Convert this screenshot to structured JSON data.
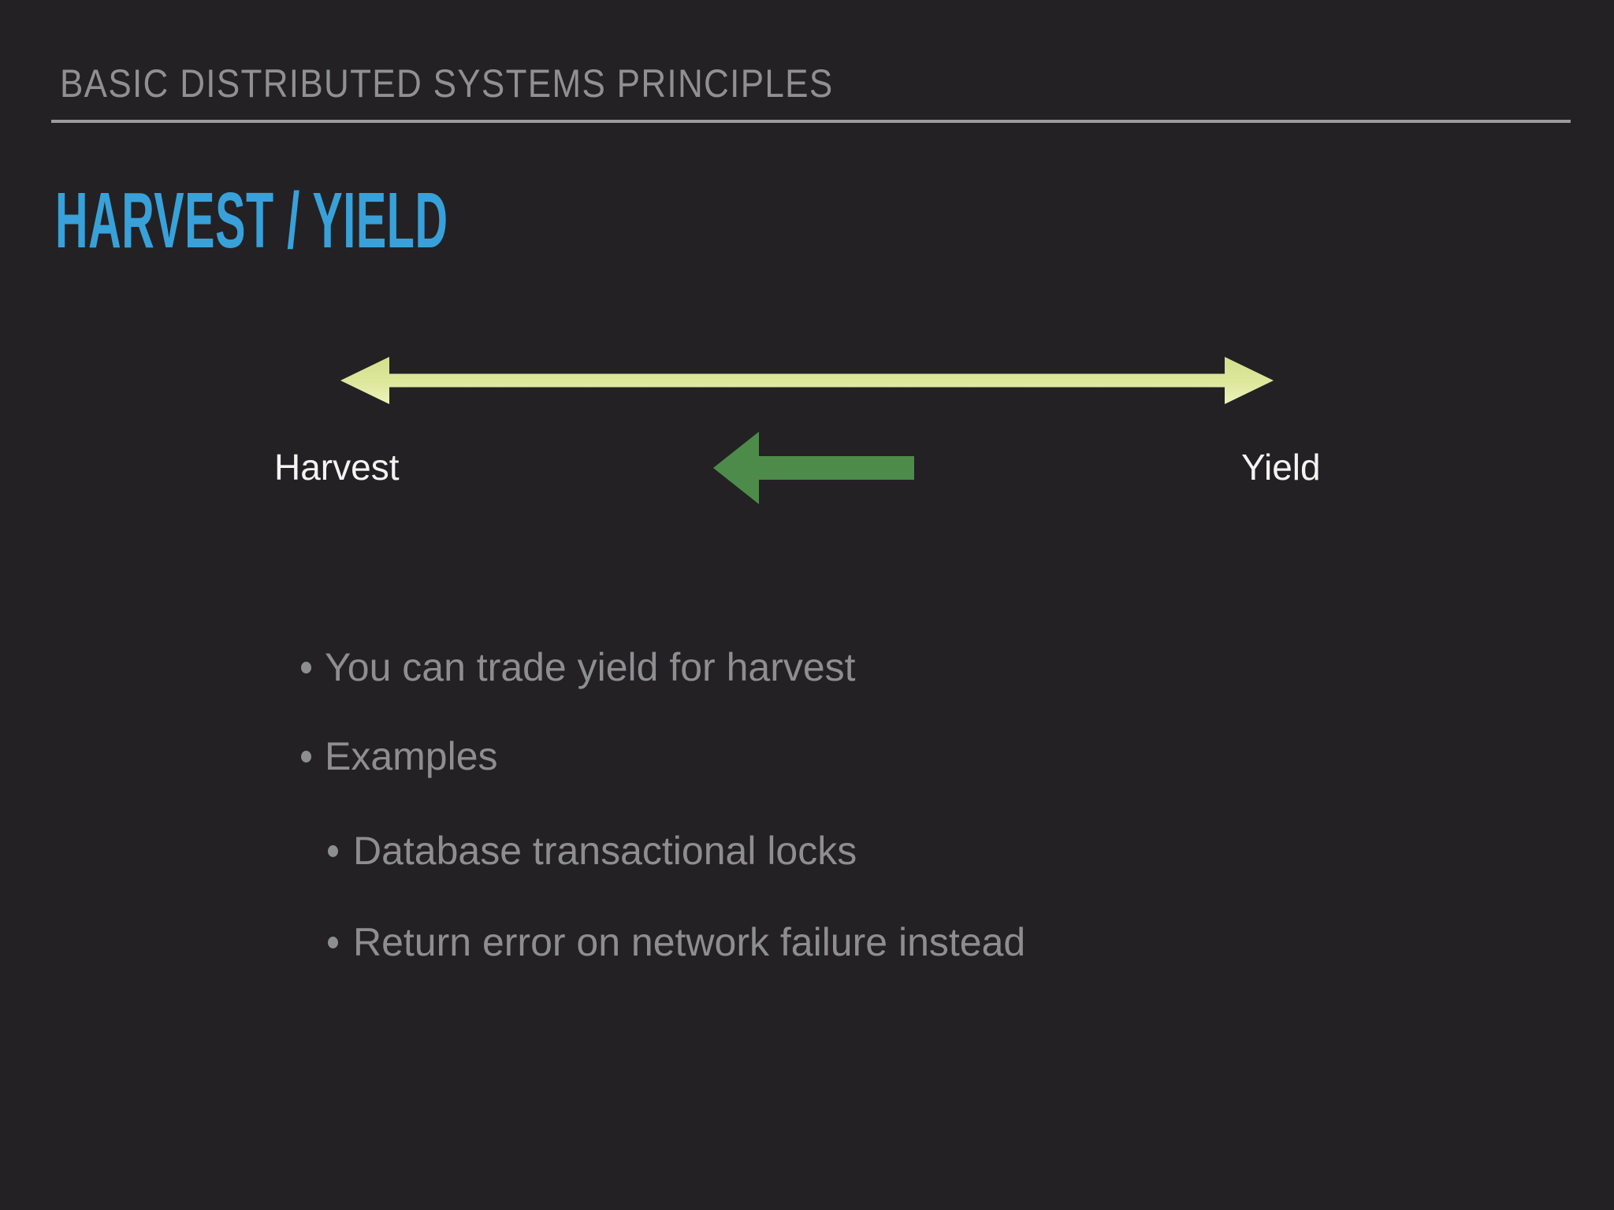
{
  "slide": {
    "kicker": "BASIC DISTRIBUTED SYSTEMS PRINCIPLES",
    "title": "HARVEST / YIELD",
    "diagram": {
      "left_label": "Harvest",
      "right_label": "Yield",
      "spectrum_arrow": "double-headed horizontal arrow between Harvest and Yield",
      "trade_arrow": "short arrow pointing left (toward Harvest)"
    },
    "bullets": [
      {
        "level": 1,
        "text": "You can trade yield for harvest"
      },
      {
        "level": 1,
        "text": "Examples"
      },
      {
        "level": 2,
        "text": "Database transactional locks"
      },
      {
        "level": 2,
        "text": "Return error on network failure instead"
      }
    ],
    "colors": {
      "background": "#232124",
      "title_blue": "#38a1d9",
      "spectrum_yellow": "#dde89c",
      "trade_green": "#4d8b4b",
      "text_gray": "#8e8e90",
      "label_white": "#f4f4f3",
      "divider_gray": "#9c9c9e"
    }
  }
}
